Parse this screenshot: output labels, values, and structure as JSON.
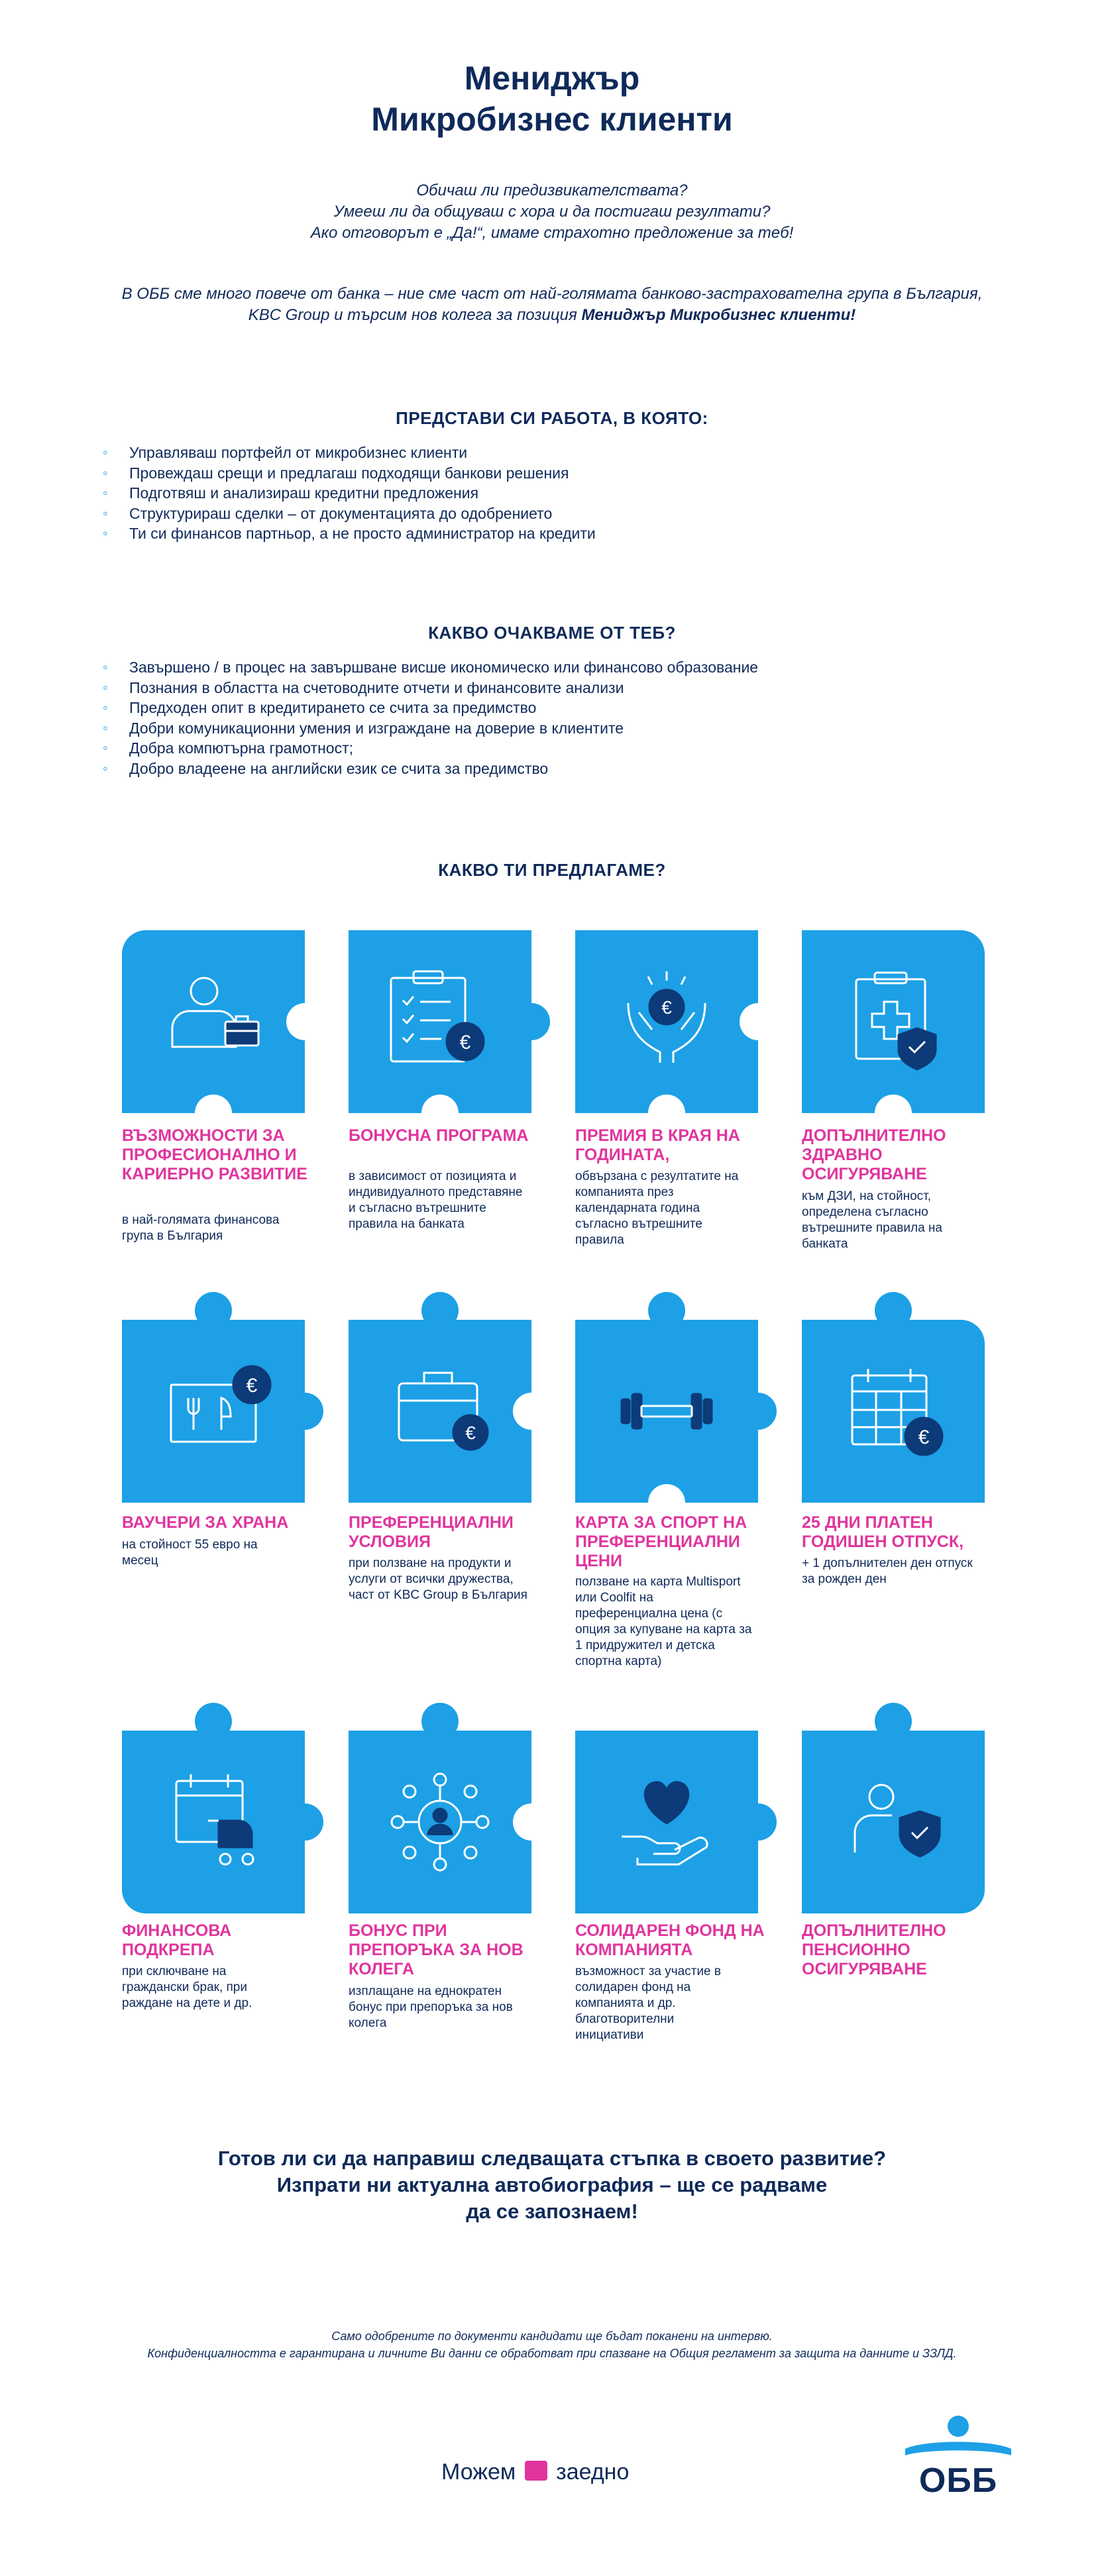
{
  "header": {
    "title_line1": "Мениджър",
    "title_line2": "Микробизнес клиенти"
  },
  "intro": {
    "q1": "Обичаш ли предизвикателствата?",
    "q2": "Умееш ли да общуваш с хора и да постигаш резултати?",
    "q3": "Ако отговорът е „Да!“, имаме страхотно предложение за теб!",
    "about_line1": "В ОББ сме много повече от банка – ние сме част от най-голямата банково-застрахователна група в България,",
    "about_line2_prefix": "KBC Group и търсим нов колега за позиция ",
    "about_line2_bold": "Мениджър Микробизнес клиенти!"
  },
  "section_job": {
    "heading": "ПРЕДСТАВИ СИ РАБОТА, В КОЯТО:",
    "items": [
      "Управляваш портфейл от микробизнес клиенти",
      "Провеждаш срещи и предлагаш подходящи банкови решения",
      "Подготвяш и анализираш кредитни предложения",
      "Структурираш сделки – от документацията до одобрението",
      "Ти си финансов партньор, а не просто администратор на кредити"
    ]
  },
  "section_expect": {
    "heading": "КАКВО ОЧАКВАМЕ ОТ ТЕБ?",
    "items": [
      "Завършено / в процес на завършване висше икономическо или финансово образование",
      "Познания в областта на счетоводните отчети и финансовите анализи",
      "Предходен опит в кредитирането се счита за предимство",
      "Добри комуникационни умения и изграждане на доверие в клиентите",
      "Добра компютърна грамотност;",
      "Добро владеене на английски език се счита за предимство"
    ]
  },
  "section_offer": {
    "heading": "КАКВО ТИ ПРЕДЛАГАМЕ?",
    "cards": [
      {
        "icon": "person-briefcase-icon",
        "title": "ВЪЗМОЖНОСТИ ЗА ПРОФЕСИОНАЛНО И КАРИЕРНО РАЗВИТИЕ",
        "desc": "в най-голямата финансова група в България"
      },
      {
        "icon": "clipboard-euro-icon",
        "title": "БОНУСНА ПРОГРАМА",
        "desc": "в зависимост от позицията и индивидуалното представяне и съгласно вътрешните правила на банката"
      },
      {
        "icon": "hands-euro-icon",
        "title": "ПРЕМИЯ В КРАЯ НА ГОДИНАТА,",
        "desc": "обвързана с резултатите на компанията през календарната година съгласно вътрешните правила"
      },
      {
        "icon": "medical-shield-icon",
        "title": "ДОПЪЛНИТЕЛНО ЗДРАВНО ОСИГУРЯВАНЕ",
        "desc": "към ДЗИ, на стойност, определена съгласно вътрешните правила на банката"
      },
      {
        "icon": "meal-voucher-icon",
        "title": "ВАУЧЕРИ ЗА ХРАНА",
        "desc": "на стойност 55 евро на месец"
      },
      {
        "icon": "bag-euro-icon",
        "title": "ПРЕФЕРЕНЦИАЛНИ УСЛОВИЯ",
        "desc": "при ползване на продукти и услуги от всички дружества, част от KBC Group в България"
      },
      {
        "icon": "dumbbell-icon",
        "title": "КАРТА ЗА СПОРТ НА ПРЕФЕРЕНЦИАЛНИ ЦЕНИ",
        "desc": "ползване на карта Multisport или Coolfit на преференциална цена (с опция за купуване на карта за 1 придружител и детска спортна карта)"
      },
      {
        "icon": "calendar-euro-icon",
        "title": "25 ДНИ ПЛАТЕН ГОДИШЕН ОТПУСК,",
        "desc": "+ 1 допълнителен ден отпуск за рожден ден"
      },
      {
        "icon": "calendar-stroller-icon",
        "title": "ФИНАНСОВА ПОДКРЕПА",
        "desc": "при сключване на граждански брак, при раждане на дете и др."
      },
      {
        "icon": "referral-network-icon",
        "title": "БОНУС ПРИ ПРЕПОРЪКА ЗА НОВ КОЛЕГА",
        "desc": "изплащане на еднократен бонус при препоръка за нов колега"
      },
      {
        "icon": "heart-hand-icon",
        "title": "СОЛИДАРЕН ФОНД НА КОМПАНИЯТА",
        "desc": "възможност за участие в солидарен фонд на компанията и др. благотворителни инициативи"
      },
      {
        "icon": "person-shield-icon",
        "title": "ДОПЪЛНИТЕЛНО ПЕНСИОННО ОСИГУРЯВАНЕ",
        "desc": ""
      }
    ]
  },
  "cta": {
    "line1": "Готов ли си да направиш следващата стъпка в своето развитие?",
    "line2": "Изпрати ни актуална автобиография – ще се радваме",
    "line3": "да се запознаем!"
  },
  "footer": {
    "note1": "Само одобрените по документи кандидати ще бъдат поканени на интервю.",
    "note2": "Конфиденциалността е гарантирана и личните Ви данни се обработват при спазване на Общия регламент за защита на данните и ЗЗЛД.",
    "slogan_part1": "Можем",
    "slogan_part2": "заедно",
    "logo_text": "ОББ"
  },
  "colors": {
    "navy": "#0f2a5a",
    "tile_blue": "#1da0e6",
    "accent_pink": "#e0359e",
    "icon_navy": "#0d3a78"
  }
}
